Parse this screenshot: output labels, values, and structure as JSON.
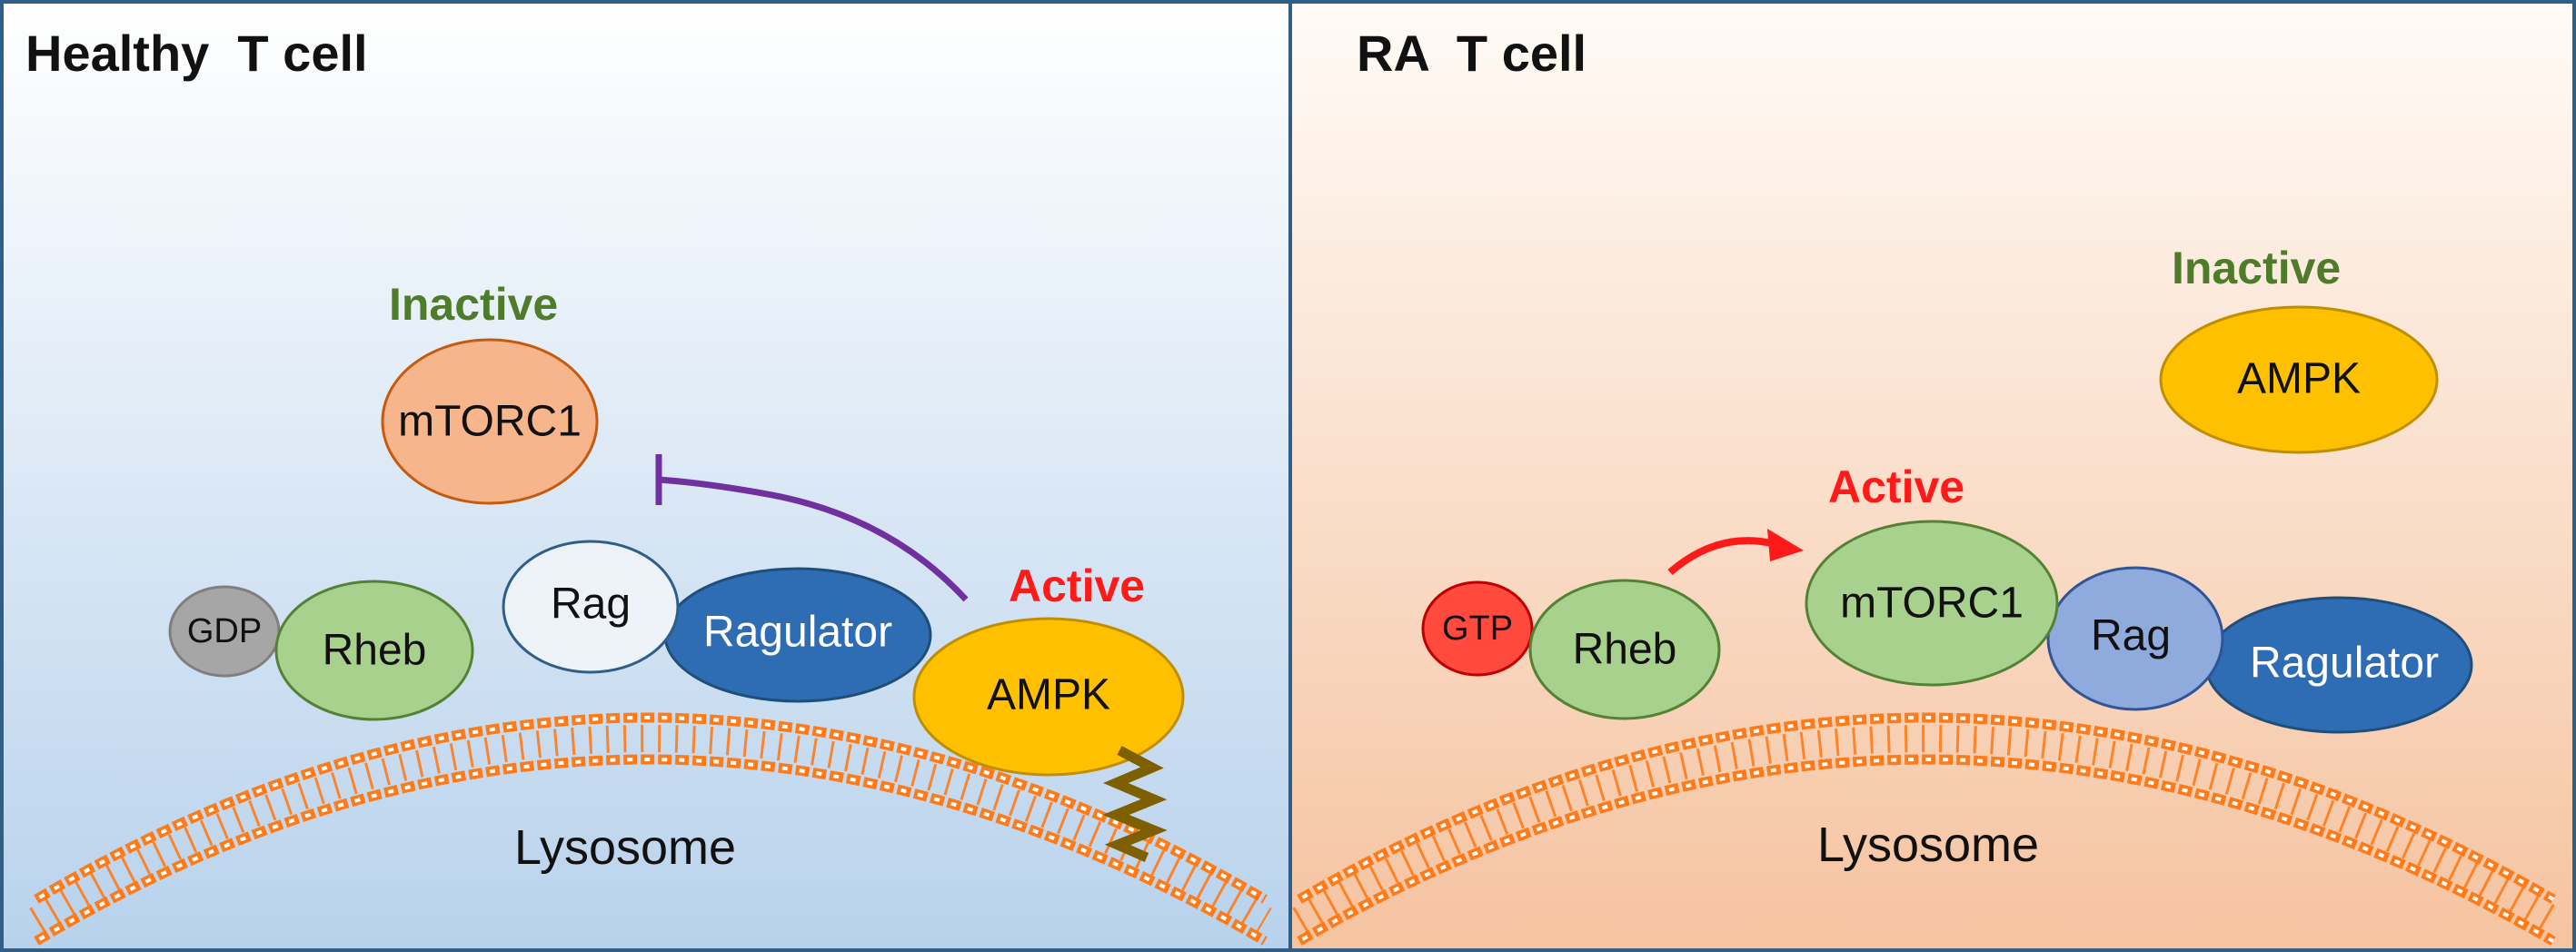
{
  "panels": {
    "healthy": {
      "title": "Healthy  T cell",
      "mtorc1_state": "Inactive",
      "ampk_state": "Active",
      "mtorc1": "mTORC1",
      "rag": "Rag",
      "ragulator": "Ragulator",
      "ampk": "AMPK",
      "gdp": "GDP",
      "rheb": "Rheb",
      "lysosome": "Lysosome"
    },
    "ra": {
      "title": "RA  T cell",
      "ampk_state": "Inactive",
      "mtorc1_state": "Active",
      "ampk": "AMPK",
      "mtorc1": "mTORC1",
      "rag": "Rag",
      "ragulator": "Ragulator",
      "gtp": "GTP",
      "rheb": "Rheb",
      "lysosome": "Lysosome"
    }
  },
  "colors": {
    "active_text": "#ff1a1a",
    "inactive_text": "#4e7c2a",
    "healthy_bg_top": "#ffffff",
    "healthy_bg_bottom": "#b8d2ec",
    "ra_bg_top": "#fffbf7",
    "ra_bg_bottom": "#f5c3a0",
    "membrane": "#ff7b1a",
    "mtorc1_inactive": "#f7b58c",
    "mtorc1_active": "#a9d18e",
    "rheb": "#a9d18e",
    "ampk": "#ffc000",
    "ragulator": "#2e6db4",
    "rag_healthy": "#eef3fa",
    "rag_ra": "#8faadc",
    "gdp": "#a6a6a6",
    "gtp": "#ff4a3d",
    "inhibition_arrow": "#7030a0",
    "activation_arrow": "#ff1a1a",
    "anchor": "#7f6000"
  }
}
